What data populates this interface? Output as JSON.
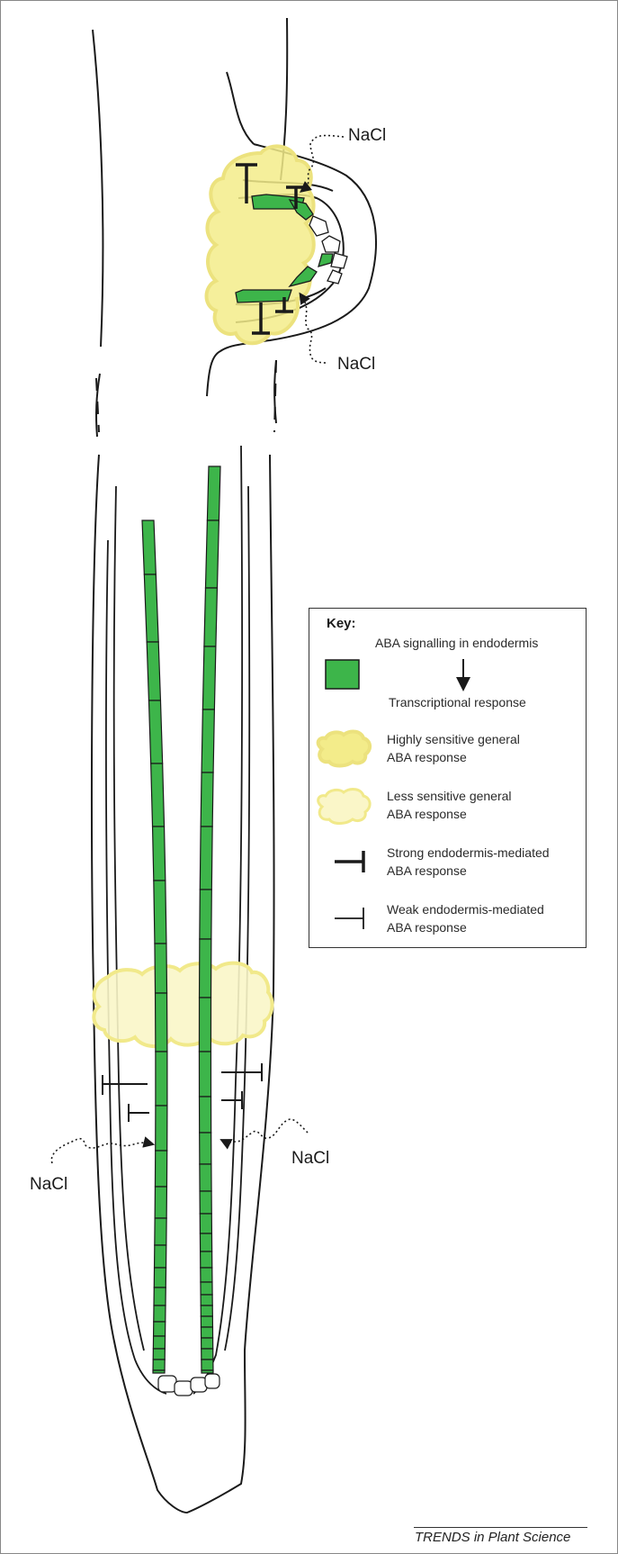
{
  "labels": {
    "nacl_top": "NaCl",
    "nacl_upper_bottom": "NaCl",
    "nacl_left": "NaCl",
    "nacl_right": "NaCl"
  },
  "key": {
    "title": "Key:",
    "items": [
      {
        "symbol": "green-square",
        "text": "ABA signalling in endodermis"
      },
      {
        "symbol": "arrow",
        "text": "Transcriptional response"
      },
      {
        "symbol": "yellow-cloud-strong",
        "text_line1": "Highly sensitive general",
        "text_line2": "ABA response"
      },
      {
        "symbol": "yellow-cloud-light",
        "text_line1": "Less sensitive general",
        "text_line2": "ABA response"
      },
      {
        "symbol": "thick-t-bar",
        "text_line1": "Strong endodermis-mediated",
        "text_line2": "ABA response"
      },
      {
        "symbol": "thin-t-bar",
        "text_line1": "Weak endodermis-mediated",
        "text_line2": "ABA response"
      }
    ]
  },
  "footer": {
    "journal": "TRENDS in Plant Science"
  },
  "colors": {
    "endodermis_green": "#3db54a",
    "cloud_strong_fill": "#f3ec8a",
    "cloud_strong_stroke": "#e9e07a",
    "cloud_light_fill": "#faf6c8",
    "cloud_light_stroke": "#f1e98a",
    "outline": "#1a1a1a"
  }
}
